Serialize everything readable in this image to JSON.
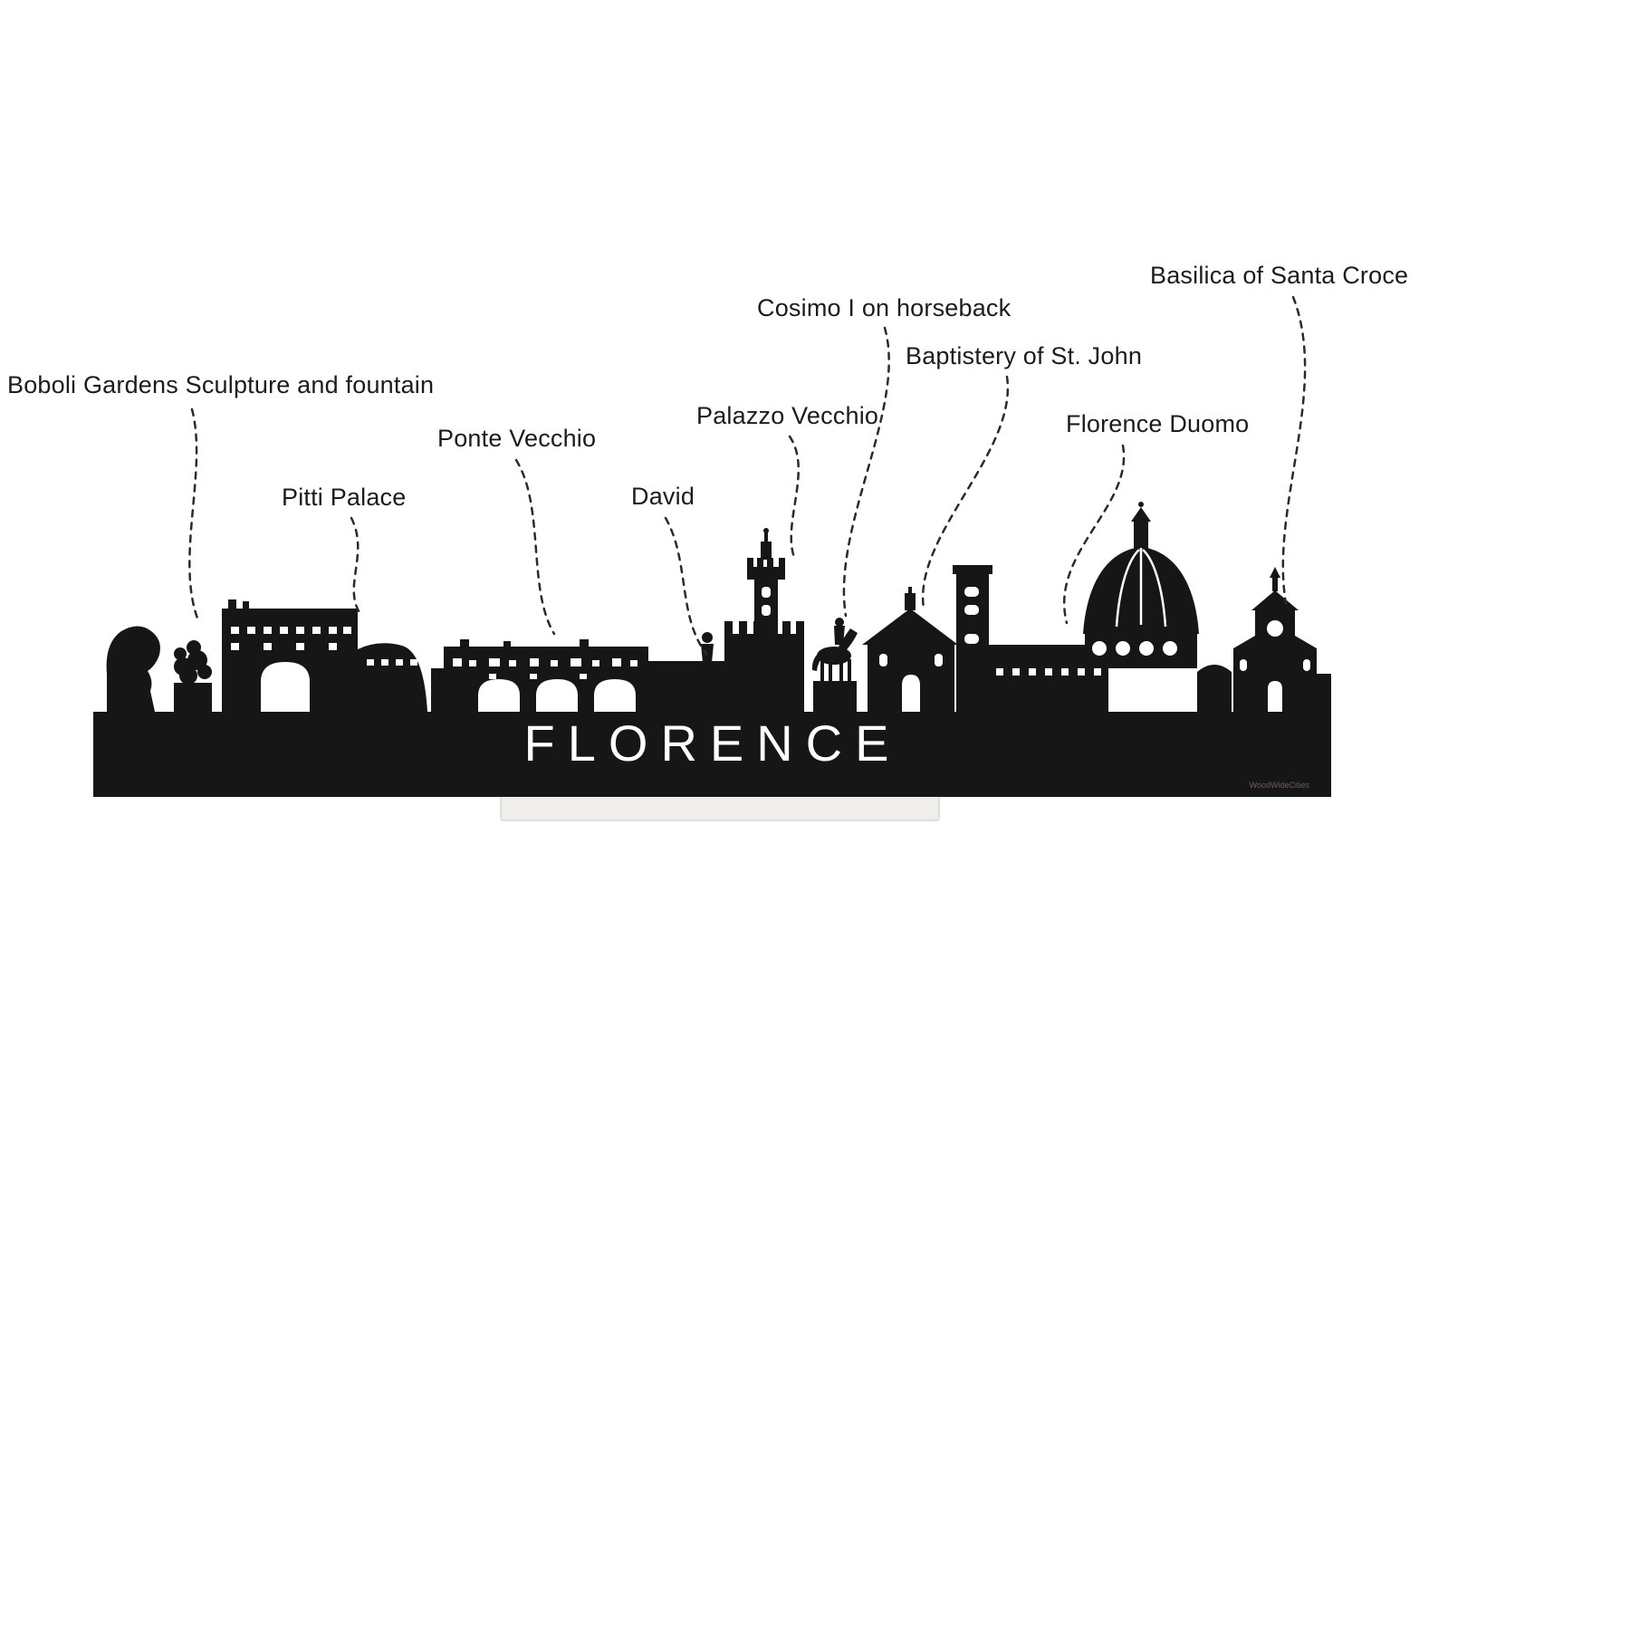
{
  "skyline": {
    "title": "FLORENCE",
    "watermark": "WoodWideCities",
    "silhouette_color": "#161616",
    "stand_color": "#f0eeeb",
    "leader_line_color": "#2b2b2b"
  },
  "labels": [
    {
      "id": "boboli",
      "text": "Boboli Gardens Sculpture and fountain"
    },
    {
      "id": "pitti",
      "text": "Pitti Palace"
    },
    {
      "id": "ponte",
      "text": "Ponte Vecchio"
    },
    {
      "id": "david",
      "text": "David"
    },
    {
      "id": "palazzo",
      "text": "Palazzo Vecchio"
    },
    {
      "id": "cosimo",
      "text": "Cosimo I on horseback"
    },
    {
      "id": "baptistery",
      "text": "Baptistery of St. John"
    },
    {
      "id": "duomo",
      "text": "Florence Duomo"
    },
    {
      "id": "santacroce",
      "text": "Basilica of Santa Croce"
    }
  ]
}
